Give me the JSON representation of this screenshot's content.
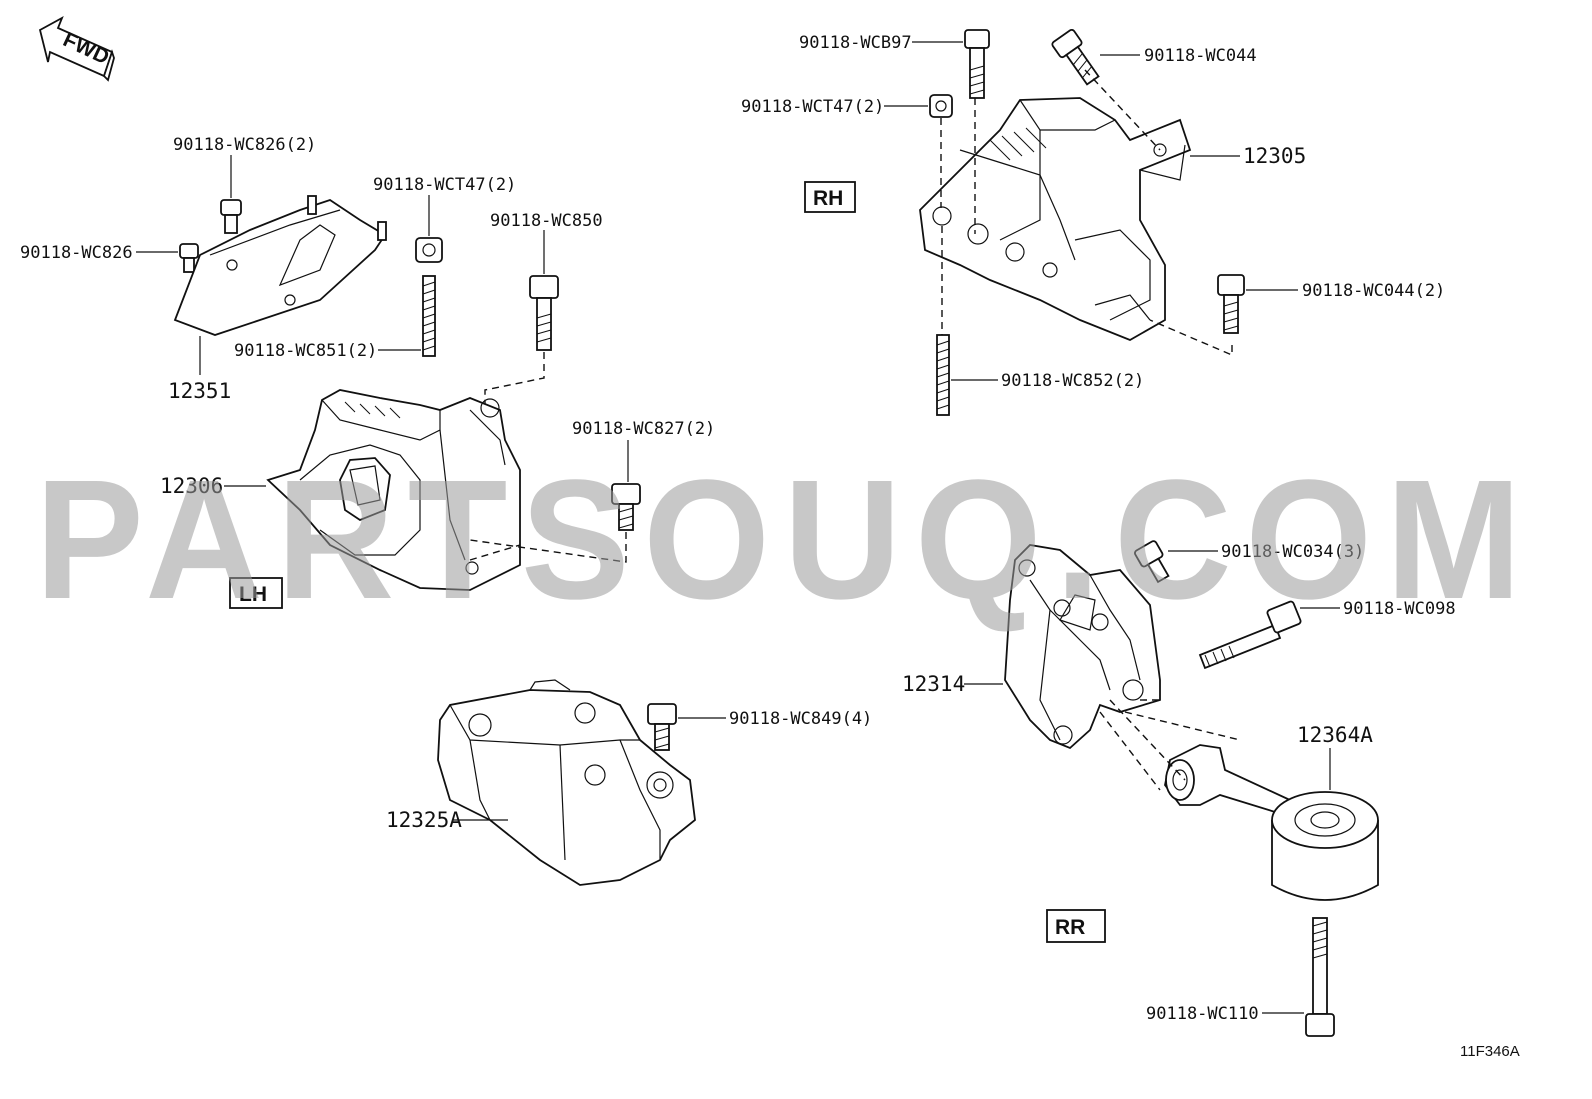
{
  "direction": {
    "label": "FWD"
  },
  "sections": {
    "rh": "RH",
    "lh": "LH",
    "rr": "RR"
  },
  "watermark": "PARTSOUQ.COM",
  "reference_code": "11F346A",
  "callouts": {
    "c1": "90118-WCB97",
    "c2": "90118-WC044",
    "c3": "90118-WCT47(2)",
    "c4": "12305",
    "c5": "90118-WC044(2)",
    "c6": "90118-WC852(2)",
    "c7": "90118-WC826(2)",
    "c8": "90118-WCT47(2)",
    "c9": "90118-WC850",
    "c10": "90118-WC826",
    "c11": "90118-WC851(2)",
    "c12": "12351",
    "c13": "90118-WC827(2)",
    "c14": "12306",
    "c15": "90118-WC034(3)",
    "c16": "90118-WC098",
    "c17": "12314",
    "c18": "12364A",
    "c19": "90118-WC849(4)",
    "c20": "12325A",
    "c21": "90118-WC110"
  }
}
